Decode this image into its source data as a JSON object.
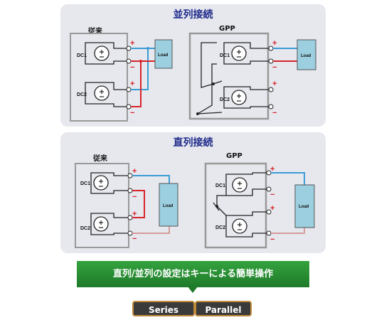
{
  "parallel_section": {
    "title": "並列接続",
    "conventional_label": "従来",
    "gpp_label": "GPP"
  },
  "series_section": {
    "title": "直列接続",
    "conventional_label": "従来",
    "gpp_label": "GPP"
  },
  "common": {
    "dc1": "DC1",
    "dc2": "DC2",
    "load": "Load",
    "plus": "+",
    "minus": "−"
  },
  "colors": {
    "positive_wire": "#3b9bd6",
    "negative_wire_parallel": "#d8232a",
    "negative_wire_series": "#d69b9b",
    "load_fill": "#9ccfdf",
    "frame": "#999999",
    "title": "#1f2a8a",
    "banner": "#2f9a3a",
    "key_border": "#c08a3a"
  },
  "banner": {
    "text": "直列/並列の設定はキーによる簡単操作"
  },
  "keys": {
    "series": "Series",
    "parallel": "Parallel"
  }
}
